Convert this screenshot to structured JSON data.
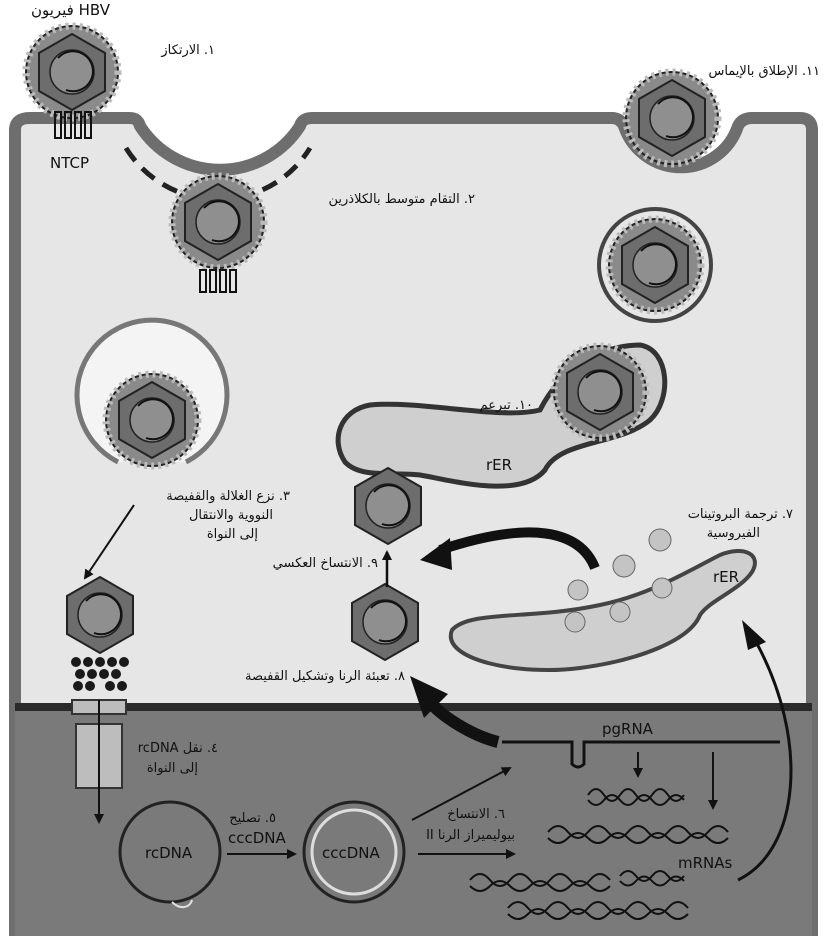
{
  "labels": {
    "virion": "فيريون HBV",
    "step1": "١. الارتكاز",
    "ntcp": "NTCP",
    "step2": "٢. التقام متوسط بالكلاذرين",
    "step11": "١١. الإطلاق بالإيماس",
    "step10": "١٠. تبرعم",
    "rer_upper": "rER",
    "step3_line1": "٣. نزع الغلالة والقفيصة",
    "step3_line2": "النووية والانتقال",
    "step3_line3": "إلى النواة",
    "step9": "٩. الانتساخ العكسي",
    "step7_line1": "٧. ترجمة البروتينات",
    "step7_line2": "الفيروسية",
    "rer_lower": "rER",
    "step8": "٨. تعبئة الرنا وتشكيل القفيصة",
    "pgrna": "pgRNA",
    "step4_line1": "٤. نقل rcDNA",
    "step4_line2": "إلى النواة",
    "rcdna": "rcDNA",
    "step5_line1": "٥. تصليح",
    "step5_line2": "cccDNA",
    "cccdna": "cccDNA",
    "step6_line1": "٦. الانتساخ",
    "step6_line2": "بيوليميراز الرنا II",
    "mrnas": "mRNAs"
  },
  "colors": {
    "cytoplasm": "#e6e6e6",
    "nucleus": "#7a7a7a",
    "membrane": "#6e6e6e",
    "er": "#cfcfcf",
    "capsid": "#6d6d6d",
    "virion_shell": "#8a8a8a"
  }
}
